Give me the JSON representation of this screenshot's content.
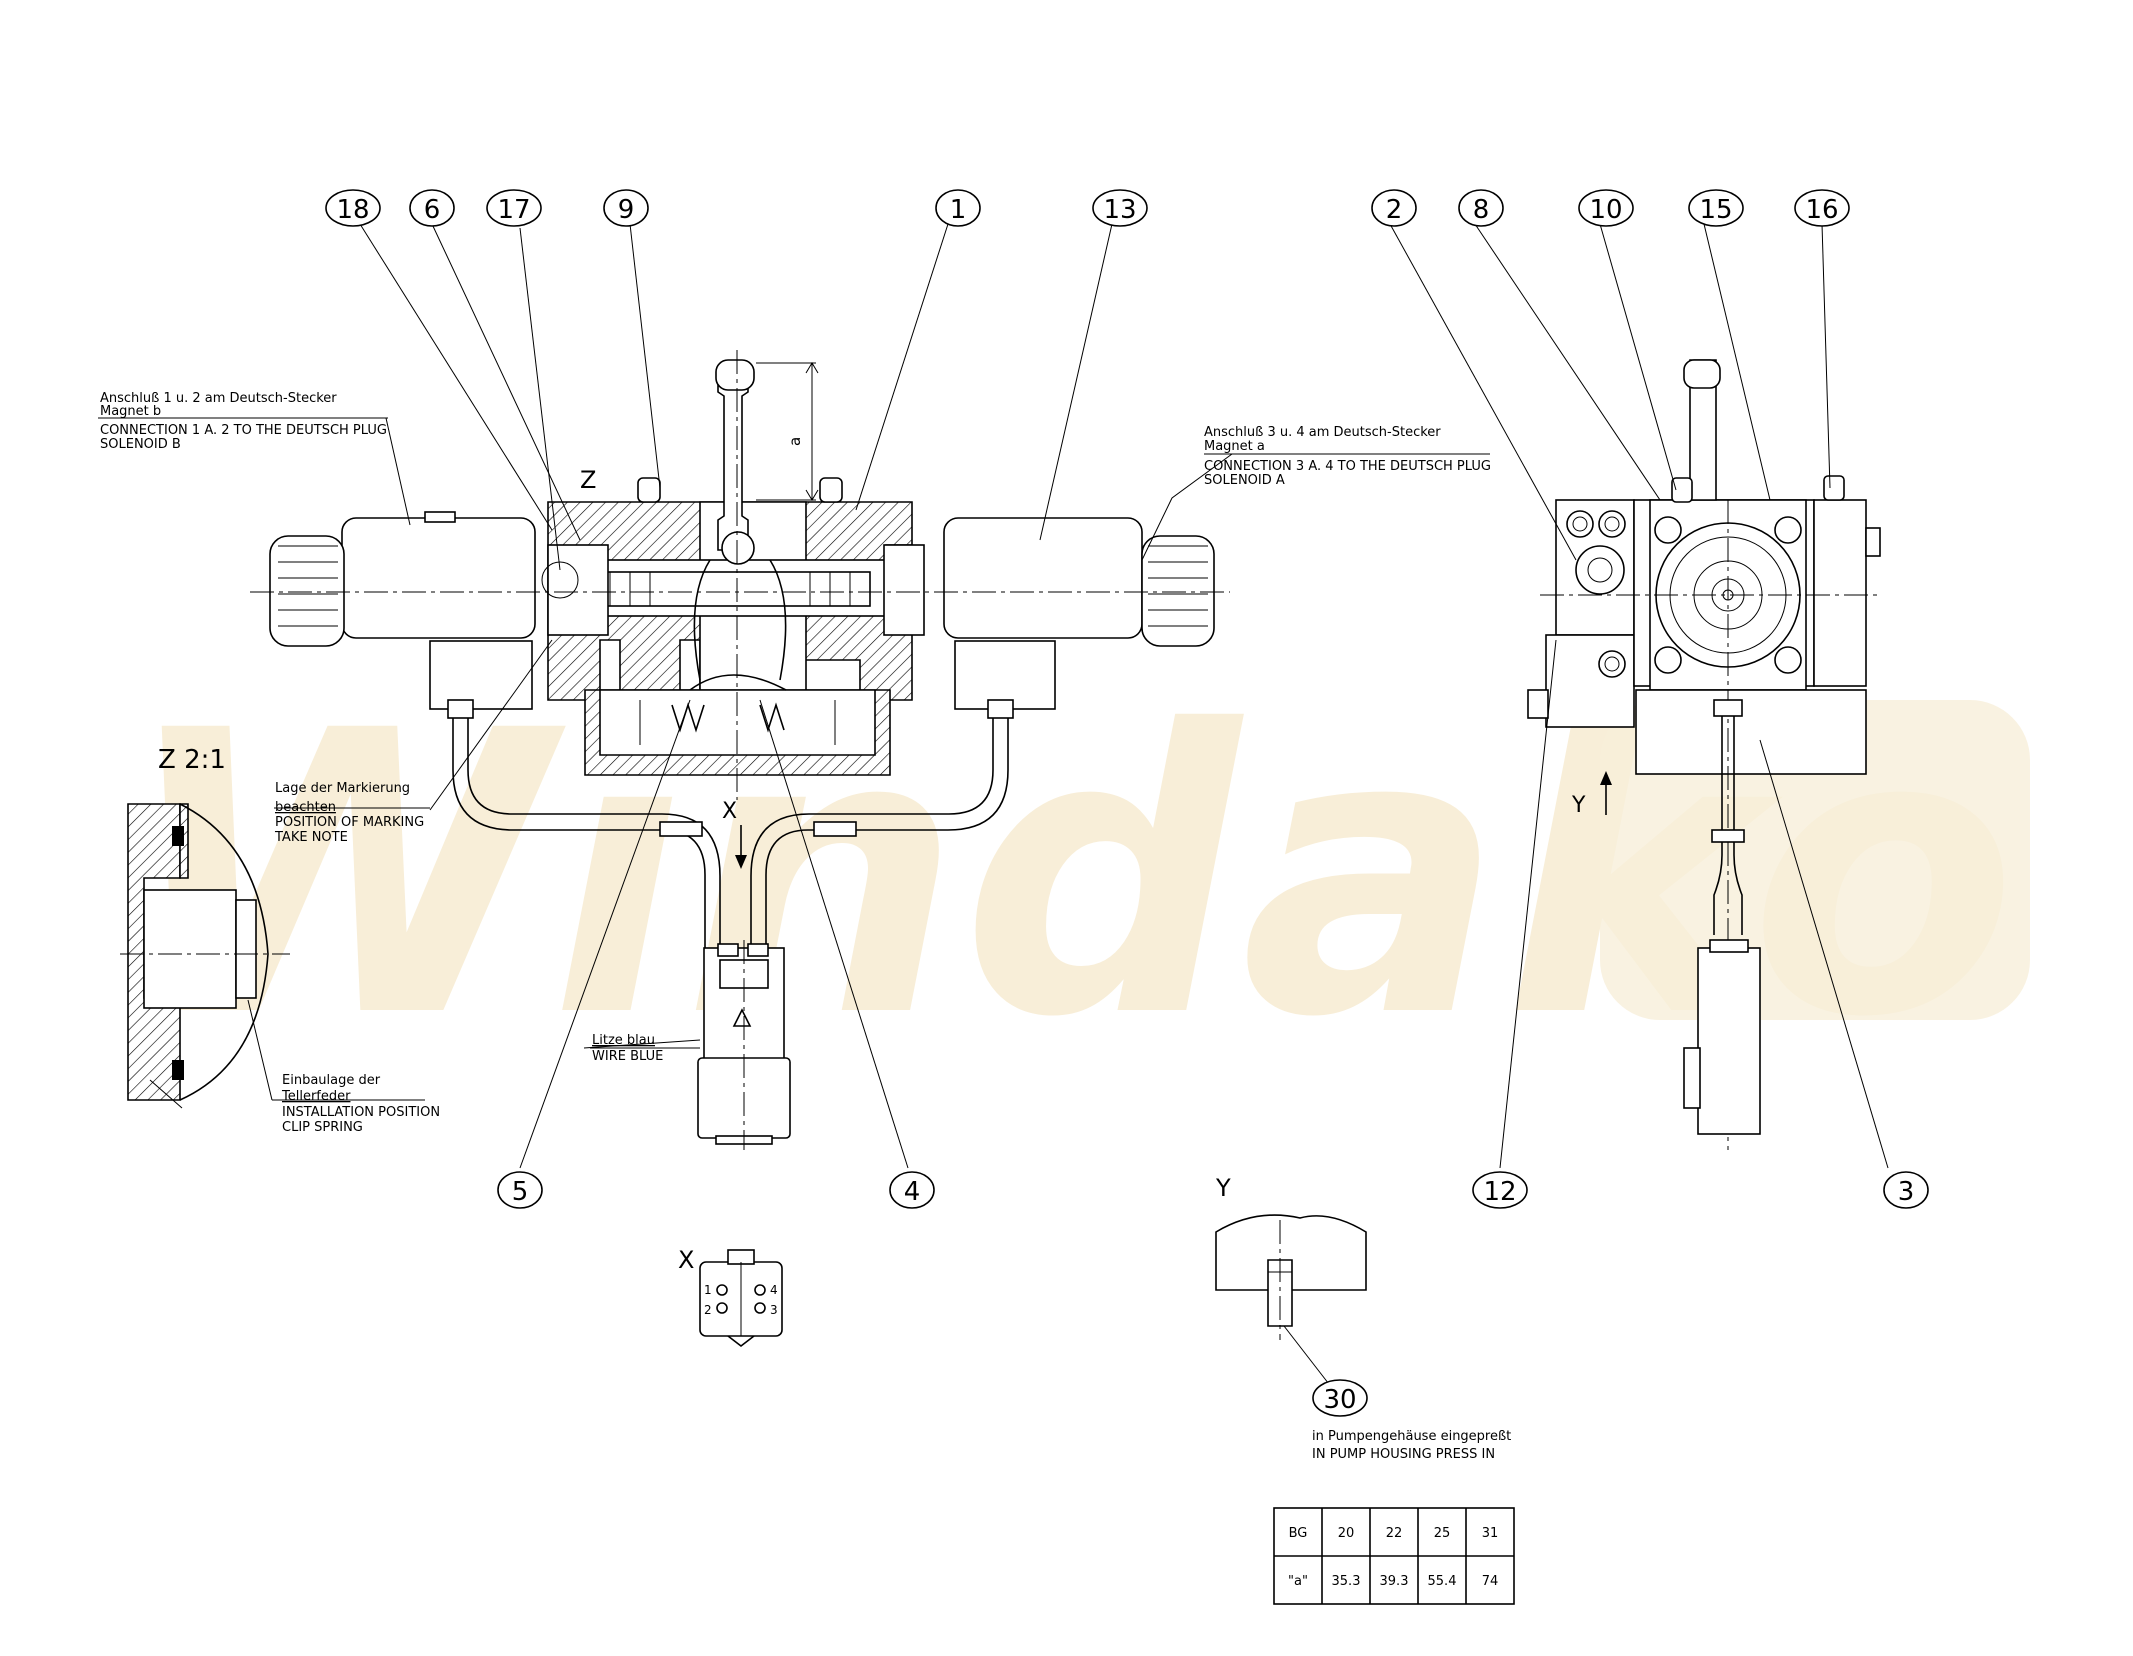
{
  "watermark": "Windako",
  "balloons": [
    {
      "id": "b18",
      "label": "18"
    },
    {
      "id": "b6",
      "label": "6"
    },
    {
      "id": "b17",
      "label": "17"
    },
    {
      "id": "b9",
      "label": "9"
    },
    {
      "id": "b1",
      "label": "1"
    },
    {
      "id": "b13",
      "label": "13"
    },
    {
      "id": "b2",
      "label": "2"
    },
    {
      "id": "b8",
      "label": "8"
    },
    {
      "id": "b10",
      "label": "10"
    },
    {
      "id": "b15",
      "label": "15"
    },
    {
      "id": "b16",
      "label": "16"
    },
    {
      "id": "b5",
      "label": "5"
    },
    {
      "id": "b4",
      "label": "4"
    },
    {
      "id": "b12",
      "label": "12"
    },
    {
      "id": "b3",
      "label": "3"
    },
    {
      "id": "b30",
      "label": "30"
    }
  ],
  "notes": {
    "conn12_de": "Anschluß 1 u. 2 am Deutsch-Stecker",
    "conn12_de2": "Magnet b",
    "conn12_en": "CONNECTION 1 A. 2 TO THE DEUTSCH PLUG",
    "conn12_en2": "SOLENOID B",
    "conn34_de": "Anschluß 3 u. 4 am Deutsch-Stecker",
    "conn34_de2": "Magnet a",
    "conn34_en": "CONNECTION 3 A. 4 TO THE DEUTSCH PLUG",
    "conn34_en2": "SOLENOID A",
    "marking_de": "Lage der Markierung",
    "marking_de2": "beachten",
    "marking_en": "POSITION OF MARKING",
    "marking_en2": "TAKE NOTE",
    "clip_de": "Einbaulage der",
    "clip_de2": "Tellerfeder",
    "clip_en": "INSTALLATION POSITION",
    "clip_en2": "CLIP SPRING",
    "wire_de": "Litze blau",
    "wire_en": "WIRE BLUE",
    "press_de": "in Pumpengehäuse eingepreßt",
    "press_en": "IN PUMP HOUSING PRESS IN"
  },
  "views": {
    "z_marker": "Z",
    "z_detail": "Z 2:1",
    "x_marker": "X",
    "x_detail": "X",
    "y_marker": "Y",
    "y_detail": "Y",
    "dim_a": "a",
    "pins": [
      "1",
      "2",
      "3",
      "4"
    ]
  },
  "table": {
    "header": [
      "BG",
      "20",
      "22",
      "25",
      "31"
    ],
    "row": [
      "\"a\"",
      "35.3",
      "39.3",
      "55.4",
      "74"
    ]
  }
}
